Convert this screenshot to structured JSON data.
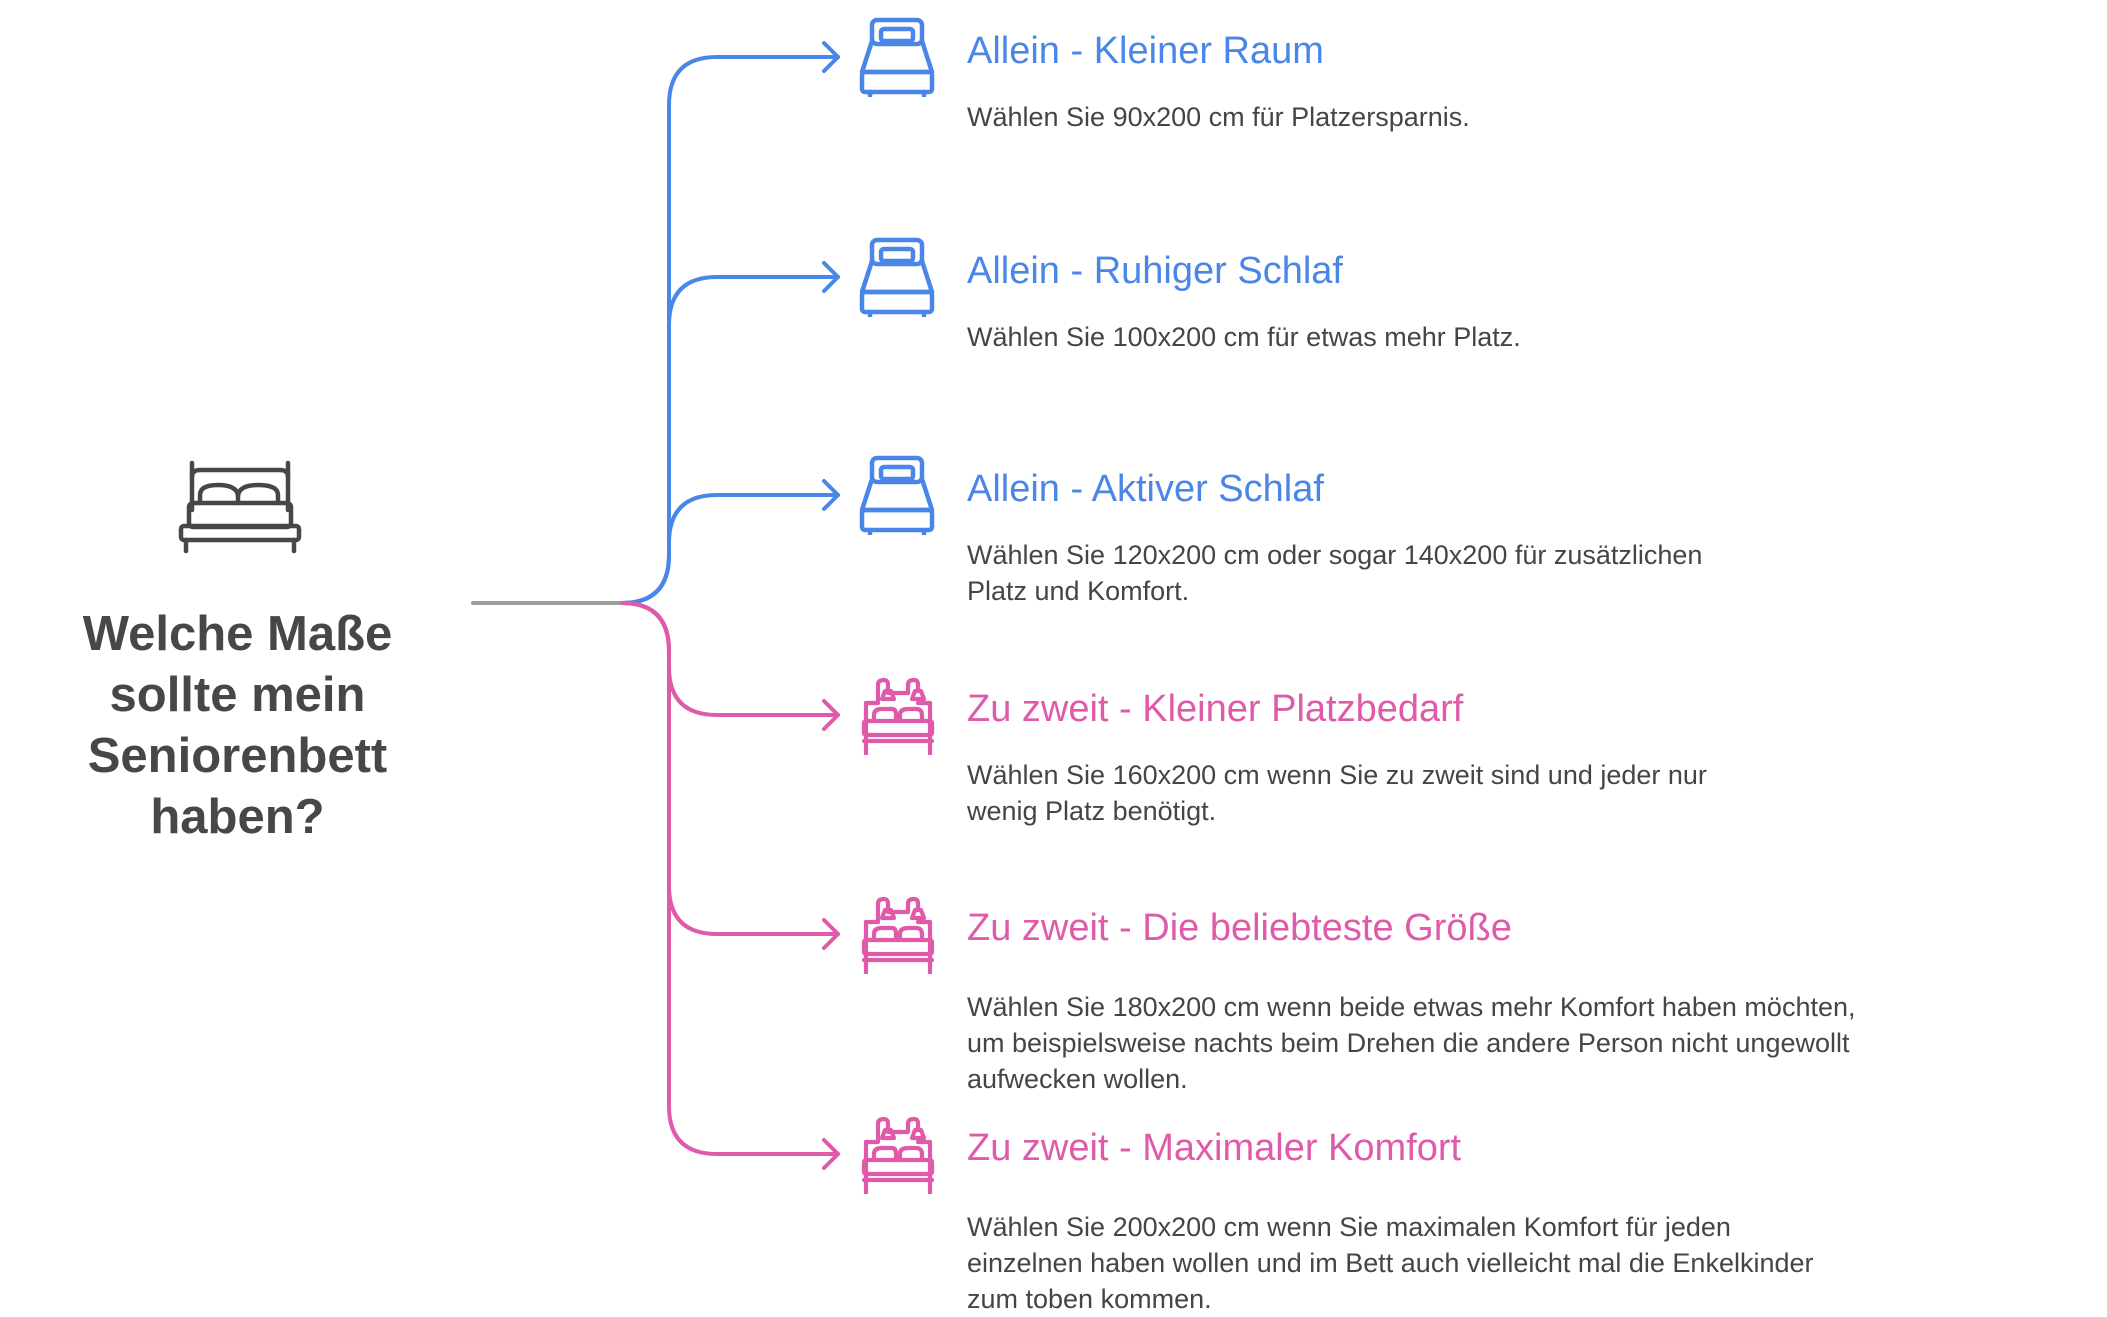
{
  "root": {
    "icon": "double-bed-icon",
    "title": "Welche Maße sollte mein Seniorenbett haben?"
  },
  "colors": {
    "trunk": "#9e9e9e",
    "single": "#4a86e8",
    "double": "#e05aaa",
    "text": "#454545",
    "root_text": "#474747"
  },
  "branches": [
    {
      "group": "single",
      "icon": "single-bed-icon",
      "title": "Allein - Kleiner Raum",
      "desc": "Wählen Sie 90x200 cm für Platzersparnis."
    },
    {
      "group": "single",
      "icon": "single-bed-icon",
      "title": "Allein - Ruhiger Schlaf",
      "desc": "Wählen Sie 100x200 cm für etwas mehr Platz."
    },
    {
      "group": "single",
      "icon": "single-bed-icon",
      "title": "Allein - Aktiver Schlaf",
      "desc": "Wählen Sie 120x200 cm oder sogar 140x200 für zusätzlichen\nPlatz und Komfort."
    },
    {
      "group": "double",
      "icon": "double-bed-lamps-icon",
      "title": "Zu zweit - Kleiner Platzbedarf",
      "desc": "Wählen Sie 160x200 cm wenn Sie zu zweit sind und jeder nur\nwenig Platz benötigt."
    },
    {
      "group": "double",
      "icon": "double-bed-lamps-icon",
      "title": "Zu zweit - Die beliebteste Größe",
      "desc": "Wählen Sie 180x200 cm wenn beide etwas mehr Komfort haben möchten,\num beispielsweise nachts beim Drehen die andere Person nicht ungewollt\naufwecken wollen."
    },
    {
      "group": "double",
      "icon": "double-bed-lamps-icon",
      "title": "Zu zweit - Maximaler Komfort",
      "desc": "Wählen Sie 200x200 cm wenn Sie maximalen Komfort für jeden\neinzelnen haben wollen und im Bett auch vielleicht mal die Enkelkinder\nzum toben kommen."
    }
  ]
}
